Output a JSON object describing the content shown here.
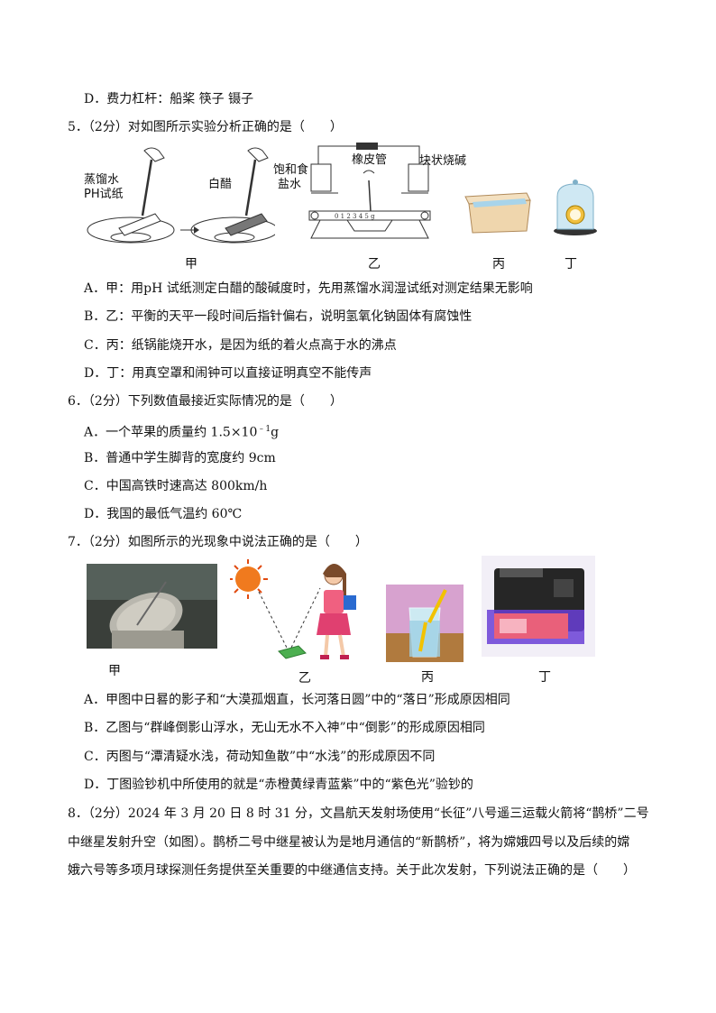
{
  "q4": {
    "optD": "D．费力杠杆：船桨 筷子 镊子"
  },
  "q5": {
    "stem": "5．（2分）对如图所示实验分析正确的是（　　）",
    "fig_labels": {
      "jia_water": "蒸馏水",
      "jia_ph": "PH试纸",
      "jia_vinegar": "白醋",
      "yi_salt1": "饱和食",
      "yi_salt2": "盐水",
      "yi_rubber": "橡皮管",
      "yi_naoh": "块状烧碱",
      "yi_scale": "0 1 2 3 4 5 g"
    },
    "captions": {
      "jia": "甲",
      "yi": "乙",
      "bing": "丙",
      "ding": "丁"
    },
    "optA": "A．甲：用pH 试纸测定白醋的酸碱度时，先用蒸馏水润湿试纸对测定结果无影响",
    "optB": "B．乙：平衡的天平一段时间后指针偏右，说明氢氧化钠固体有腐蚀性",
    "optC": "C．丙：纸锅能烧开水，是因为纸的着火点高于水的沸点",
    "optD": "D．丁：用真空罩和闹钟可以直接证明真空不能传声"
  },
  "q6": {
    "stem": "6．（2分）下列数值最接近实际情况的是（　　）",
    "optA_pre": "A．一个苹果的质量约 1.5×10",
    "optA_sup": "﹣1",
    "optA_post": "g",
    "optB": "B．普通中学生脚背的宽度约 9cm",
    "optC": "C．中国高铁时速高达 800km/h",
    "optD": "D．我国的最低气温约 60℃"
  },
  "q7": {
    "stem": "7．（2分）如图所示的光现象中说法正确的是（　　）",
    "captions": {
      "jia": "甲",
      "yi": "乙",
      "bing": "丙",
      "ding": "丁"
    },
    "optA": "A．甲图中日晷的影子和“大漠孤烟直，长河落日圆”中的“落日”形成原因相同",
    "optB": "B．乙图与“群峰倒影山浮水，无山无水不入神”中“倒影”的形成原因相同",
    "optC": "C．丙图与“潭清疑水浅，荷动知鱼散”中“水浅”的形成原因不同",
    "optD": "D．丁图验钞机中所使用的就是“赤橙黄绿青蓝紫”中的“紫色光”验钞的"
  },
  "q8": {
    "line1": "8．（2分）2024 年 3 月 20 日 8 时 31 分，文昌航天发射场使用“长征”八号遥三运载火箭将“鹊桥”二号",
    "line2": "中继星发射升空（如图）。鹊桥二号中继星被认为是地月通信的“新鹊桥”，将为嫦娥四号以及后续的嫦",
    "line3": "娥六号等多项月球探测任务提供至关重要的中继通信支持。关于此次发射，下列说法正确的是（　　）"
  }
}
